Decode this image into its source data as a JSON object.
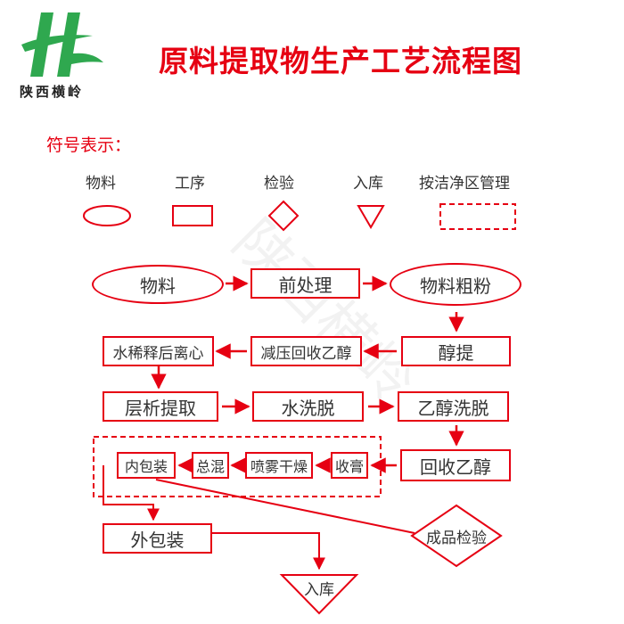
{
  "logo": {
    "text": "陕西横岭"
  },
  "title": "原料提取物生产工艺流程图",
  "legend": {
    "title": "符号表示：",
    "items": [
      {
        "label": "物料",
        "shape": "oval"
      },
      {
        "label": "工序",
        "shape": "rectangle"
      },
      {
        "label": "检验",
        "shape": "diamond"
      },
      {
        "label": "入库",
        "shape": "triangle"
      },
      {
        "label": "按洁净区管理",
        "shape": "dashed-rectangle"
      }
    ]
  },
  "nodes": {
    "material": "物料",
    "pretreatment": "前处理",
    "coarse_powder": "物料粗粉",
    "alcohol_extract": "醇提",
    "vacuum_recover": "减压回收乙醇",
    "dilute_centrifuge": "水稀释后离心",
    "chromatography": "层析提取",
    "water_wash": "水洗脱",
    "ethanol_elution": "乙醇洗脱",
    "recover_ethanol": "回收乙醇",
    "concentrate": "收膏",
    "spray_dry": "喷雾干燥",
    "blend": "总混",
    "inner_pack": "内包装",
    "outer_pack": "外包装",
    "product_test": "成品检验",
    "warehouse": "入库"
  },
  "watermark": "陕西横岭",
  "colors": {
    "accent": "#e60012",
    "logo_green": "#2fa84f",
    "text": "#333333"
  }
}
